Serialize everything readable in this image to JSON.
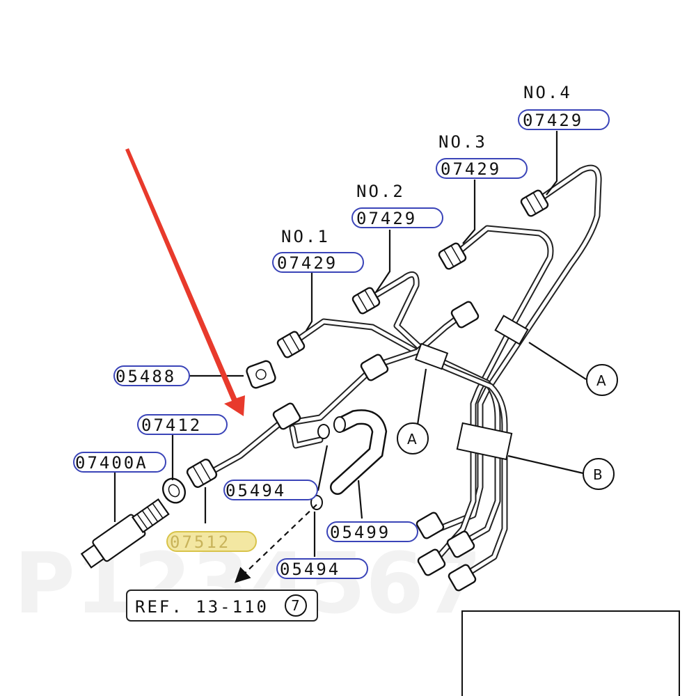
{
  "columns": [
    {
      "number": "NO.1",
      "part": "07429"
    },
    {
      "number": "NO.2",
      "part": "07429"
    },
    {
      "number": "NO.3",
      "part": "07429"
    },
    {
      "number": "NO.4",
      "part": "07429"
    }
  ],
  "parts": {
    "nut_left": "05488",
    "washer": "07412",
    "injector": "07400A",
    "highlighted": "07512",
    "clip_upper": "05494",
    "hose": "05499",
    "clip_lower": "05494"
  },
  "callouts": {
    "a_right": "A",
    "a_center": "A",
    "b": "B"
  },
  "reference": {
    "text": "REF. 13-110",
    "circled": "7"
  },
  "watermark": "P1234567",
  "colors": {
    "pill_border": "#3a44b8",
    "highlight": "#f3e7a2",
    "arrow": "#e83a2c"
  }
}
